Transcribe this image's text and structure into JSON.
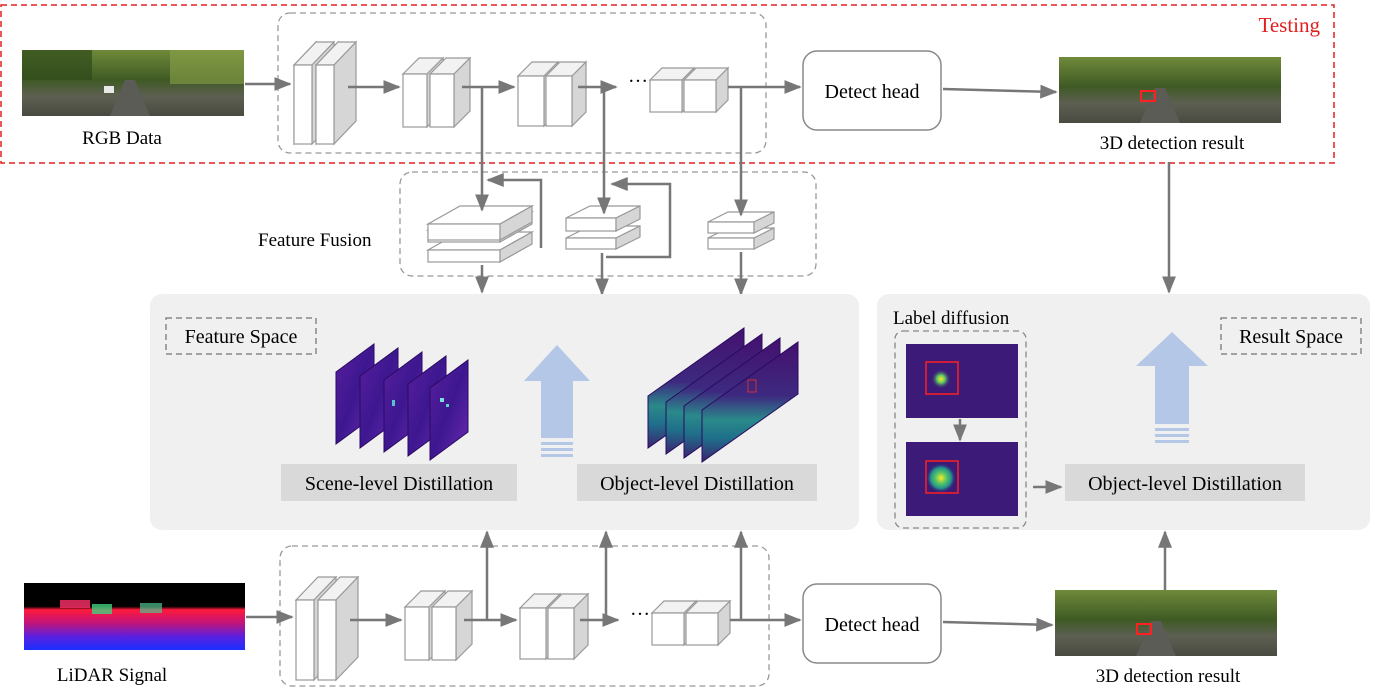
{
  "labels": {
    "testing": "Testing",
    "rgb_data": "RGB Data",
    "lidar_signal": "LiDAR Signal",
    "detect_head_top": "Detect head",
    "detect_head_bottom": "Detect head",
    "result_top": "3D detection result",
    "result_bottom": "3D detection result",
    "feature_fusion": "Feature Fusion",
    "feature_space": "Feature Space",
    "scene_distill": "Scene-level Distillation",
    "object_distill_feature": "Object-level Distillation",
    "label_diffusion": "Label diffusion",
    "object_distill_result": "Object-level Distillation",
    "result_space": "Result Space",
    "ellipsis_top": "…",
    "ellipsis_bottom": "…"
  },
  "colors": {
    "testing_red": "#e02020",
    "panel_gray": "#f0f0f0",
    "label_box": "#d9d9d9",
    "arrow": "#777777",
    "blue_arrow": "#b4c7e7",
    "viridis_dark": "#44106e",
    "heatmap_bg": "#3b1a78"
  },
  "icons": {
    "rgb_image": "road-photo",
    "lidar_image": "lidar-depth-map",
    "result_image": "detection-photo"
  }
}
